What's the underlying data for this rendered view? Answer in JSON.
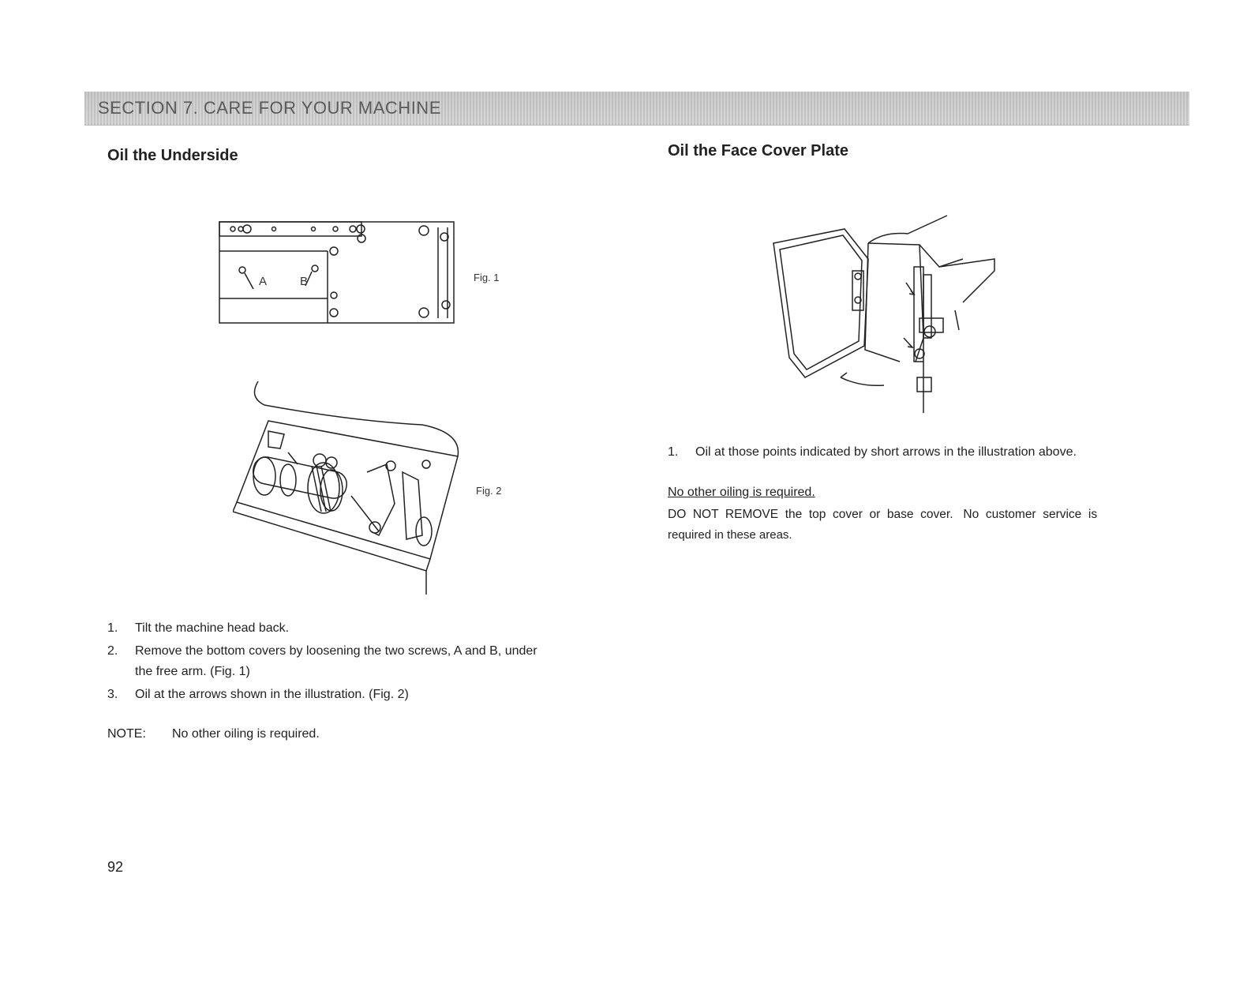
{
  "section": {
    "title": "SECTION 7.  CARE FOR YOUR MACHINE"
  },
  "left": {
    "heading": "Oil the Underside",
    "fig1": {
      "label": "Fig. 1",
      "screw_a": "A",
      "screw_b": "B"
    },
    "fig2": {
      "label": "Fig. 2"
    },
    "steps": [
      {
        "num": "1.",
        "text": "Tilt the machine head back."
      },
      {
        "num": "2.",
        "text": "Remove the bottom covers by loosening the two screws, A and B, under",
        "text2": "the free arm.  (Fig. 1)"
      },
      {
        "num": "3.",
        "text": "Oil at the arrows shown in the illustration.  (Fig. 2)"
      }
    ],
    "note": {
      "label": "NOTE:",
      "text": "No other oiling is required."
    }
  },
  "right": {
    "heading": "Oil the Face Cover Plate",
    "steps": [
      {
        "num": "1.",
        "text": "Oil at those points indicated by short arrows in the illustration above."
      }
    ],
    "no_other": "No other oiling is required.",
    "warning_line1": "DO  NOT  REMOVE  the  top  cover  or  base  cover.   No  customer  service  is",
    "warning_line2": "required in these areas."
  },
  "page_number": "92"
}
